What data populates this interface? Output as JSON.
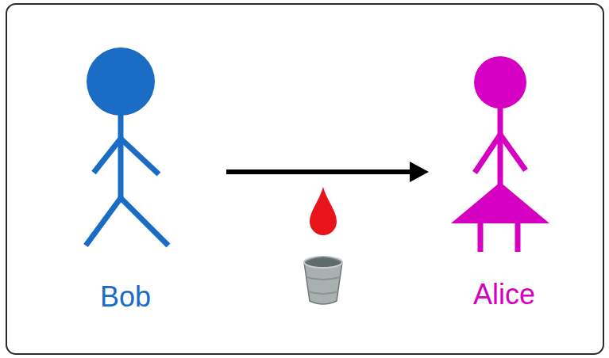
{
  "diagram": {
    "nodes": [
      {
        "text": [
          "Bob"
        ]
      },
      {
        "text": [
          "Alice"
        ]
      }
    ],
    "edges": [
      {
        "from": 0,
        "to": 1,
        "arrow": "to"
      }
    ]
  }
}
